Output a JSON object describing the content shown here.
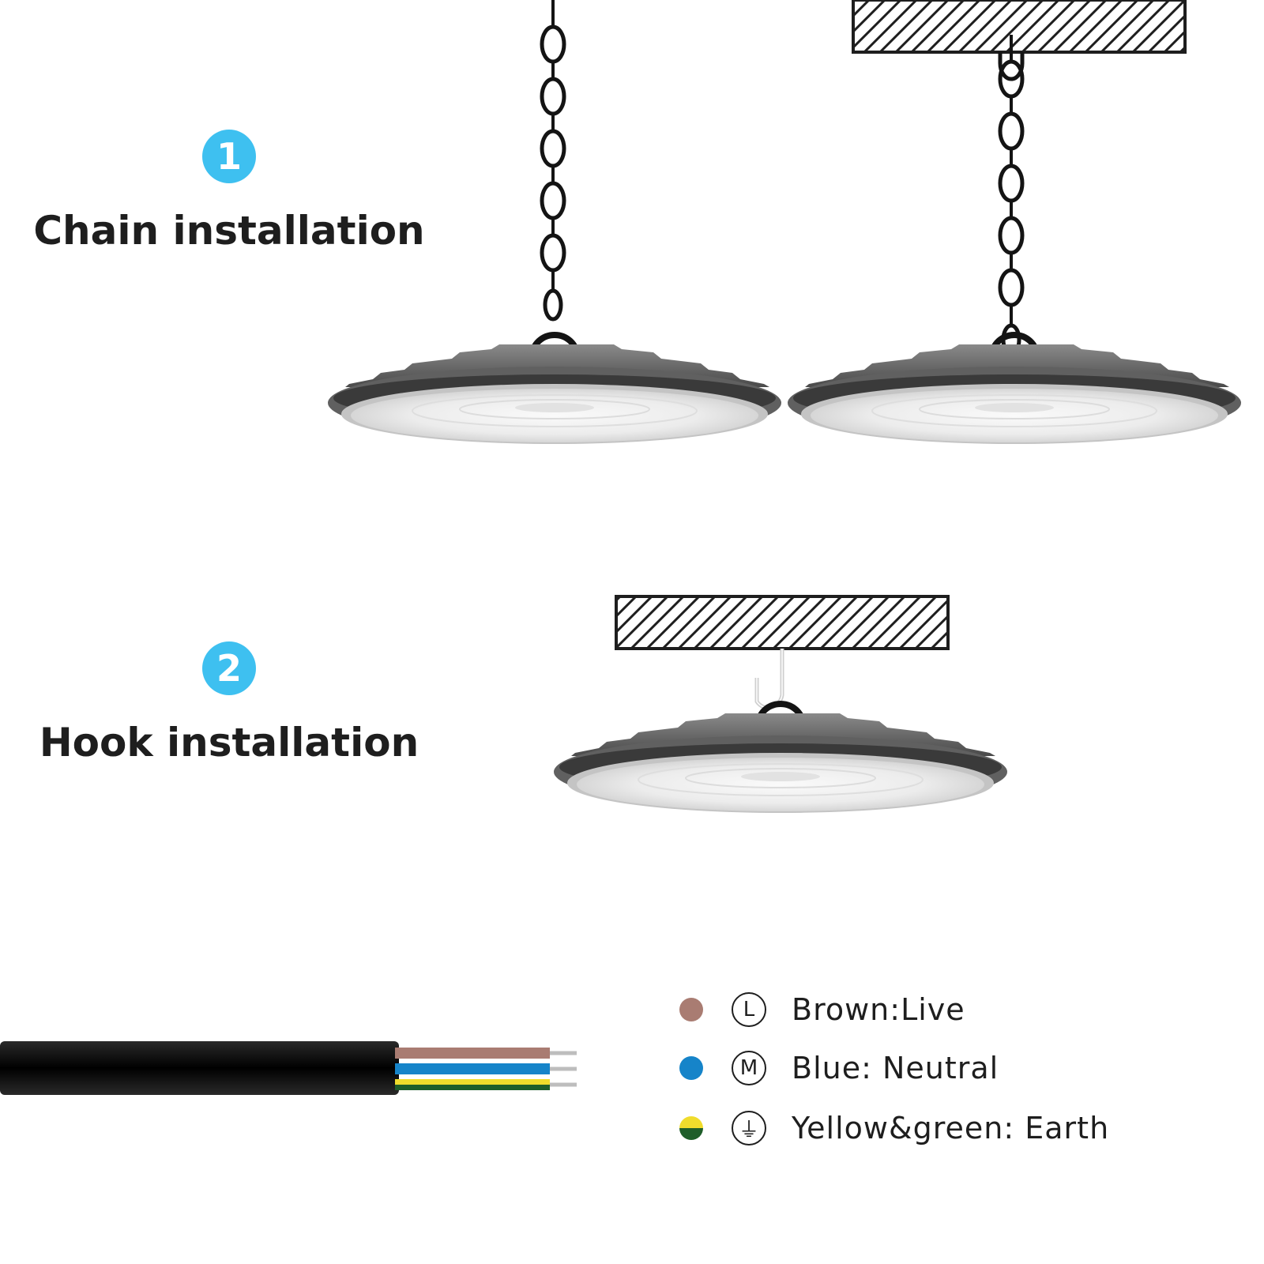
{
  "steps": [
    {
      "number": "1",
      "title": "Chain installation"
    },
    {
      "number": "2",
      "title": "Hook installation"
    }
  ],
  "wiring": [
    {
      "symbol": "L",
      "label": "Brown:Live"
    },
    {
      "symbol": "M",
      "label": "Blue: Neutral"
    },
    {
      "symbol": "⏚",
      "label": "Yellow&green: Earth"
    }
  ],
  "colors": {
    "badge": "#3ec0f0",
    "text": "#1e1e1e",
    "brown": "#a97c72",
    "blue": "#1684c9",
    "yellow": "#f0dc2c",
    "green": "#1f5e2a",
    "lamp_housing": "#6b6b6b",
    "cable": "#111111"
  },
  "icons": [
    "chain-icon",
    "ceiling-hatch-icon",
    "hook-icon",
    "ufo-high-bay-lamp-icon",
    "power-cable-icon"
  ]
}
